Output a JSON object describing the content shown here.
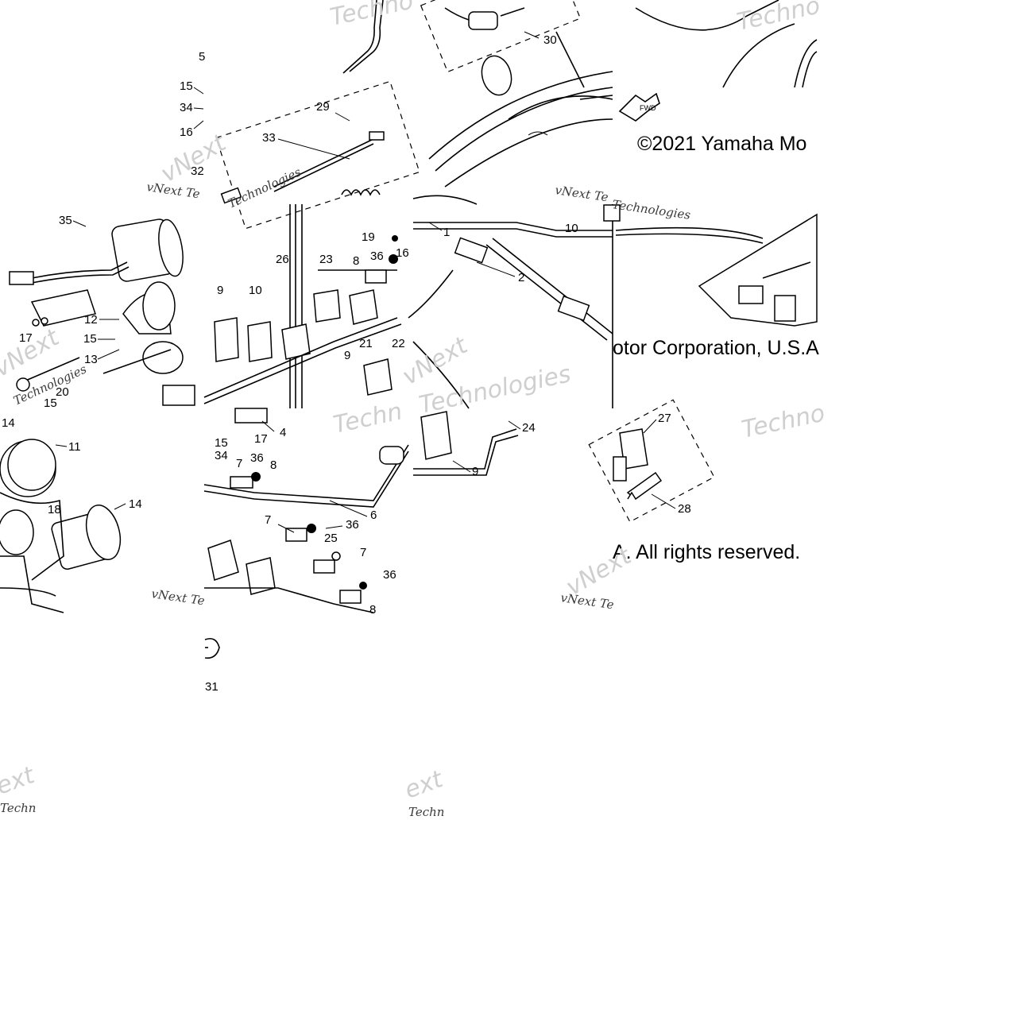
{
  "callouts": {
    "c1": "1",
    "c2": "2",
    "c4": "4",
    "c5": "5",
    "c6": "6",
    "c7a": "7",
    "c7b": "7",
    "c7c": "7",
    "c8a": "8",
    "c8b": "8",
    "c8c": "8",
    "c9a": "9",
    "c9b": "9",
    "c9c": "9",
    "c10a": "10",
    "c10b": "10",
    "c11": "11",
    "c12": "12",
    "c13": "13",
    "c14a": "14",
    "c14b": "14",
    "c15a": "15",
    "c15b": "15",
    "c15c": "15",
    "c15d": "15",
    "c16a": "16",
    "c16b": "16",
    "c17a": "17",
    "c17b": "17",
    "c18": "18",
    "c19": "19",
    "c20": "20",
    "c21": "21",
    "c22": "22",
    "c23": "23",
    "c24": "24",
    "c25": "25",
    "c26": "26",
    "c27": "27",
    "c28": "28",
    "c29": "29",
    "c30": "30",
    "c31": "31",
    "c32": "32",
    "c33": "33",
    "c34a": "34",
    "c34b": "34",
    "c35": "35",
    "c36a": "36",
    "c36b": "36",
    "c36c": "36",
    "c36d": "36"
  },
  "fwd_label": "FWD",
  "copyright": {
    "part1": "©2021 Yamaha Mo",
    "part2": "otor Corporation, U.S.A",
    "part3": "A. All rights reserved."
  },
  "watermarks": {
    "brand_big": "Techno",
    "brand_big_b": "Techn",
    "brand_small": "vNext Te",
    "technologies": "Technologies",
    "next": "vNext",
    "ext": "ext",
    "techn": "Techn"
  }
}
